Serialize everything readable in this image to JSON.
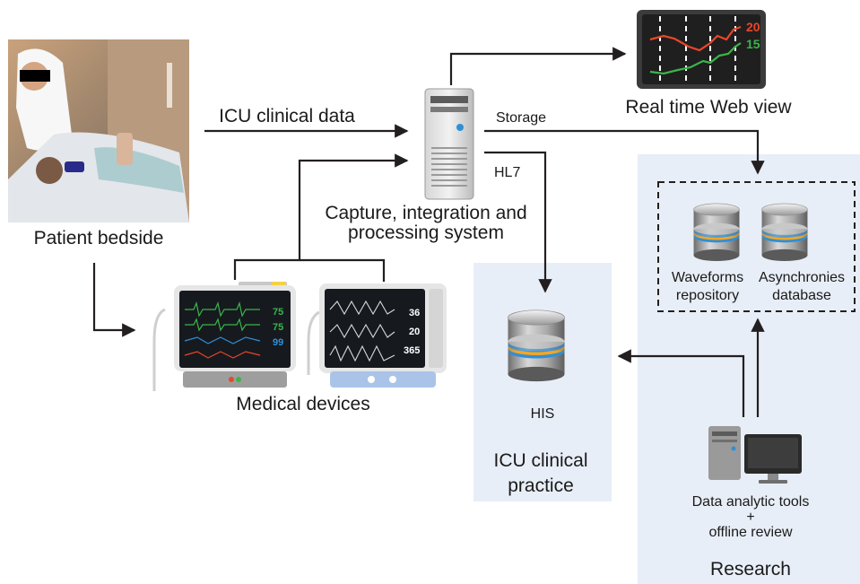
{
  "colors": {
    "panel_bg": "#e8eef7",
    "arrow": "#231f20",
    "monitor_red": "#e8472a",
    "monitor_green": "#3ab54a",
    "accent_db_orange": "#f5a623",
    "accent_db_blue": "#2f8fd6"
  },
  "labels": {
    "patient_bedside": "Patient bedside",
    "icu_clinical_data": "ICU clinical data",
    "storage": "Storage",
    "hl7": "HL7",
    "capture_system": [
      "Capture, integration and",
      "processing system"
    ],
    "real_time_web_view": "Real time Web view",
    "medical_devices": "Medical devices",
    "his": "HIS",
    "icu_clinical_practice": [
      "ICU clinical",
      "practice"
    ],
    "waveforms_repository": [
      "Waveforms",
      "repository"
    ],
    "asynchronies_database": [
      "Asynchronies",
      "database"
    ],
    "data_analytic_tools": [
      "Data analytic tools",
      "+",
      "offline review"
    ],
    "research": "Research"
  },
  "monitor_values": {
    "left_device": [
      "75",
      "75",
      "99"
    ],
    "right_device": [
      "36",
      "20",
      "365"
    ],
    "web_view": [
      "20",
      "15"
    ]
  },
  "icons": {
    "server": "server-tower-icon",
    "database": "database-stack-icon",
    "monitor": "vital-signs-monitor-icon",
    "ventilator": "ventilator-monitor-icon",
    "workstation": "desktop-workstation-icon",
    "patient_photo": "patient-bedside-photo"
  }
}
